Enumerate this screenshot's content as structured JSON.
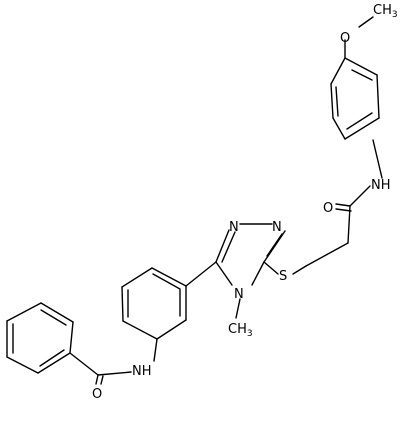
{
  "molecule": {
    "atom_labels": {
      "methoxy_o": "O",
      "methyl_1": "CH",
      "methyl_1_sub": "3",
      "amide_nh_right": "NH",
      "carbonyl_o_right": "O",
      "thioether_s": "S",
      "triazole_n1": "N",
      "triazole_n2": "N",
      "triazole_n4": "N",
      "methyl_2": "CH",
      "methyl_2_sub": "3",
      "amide_nh_left": "NH",
      "carbonyl_o_left": "O"
    }
  }
}
